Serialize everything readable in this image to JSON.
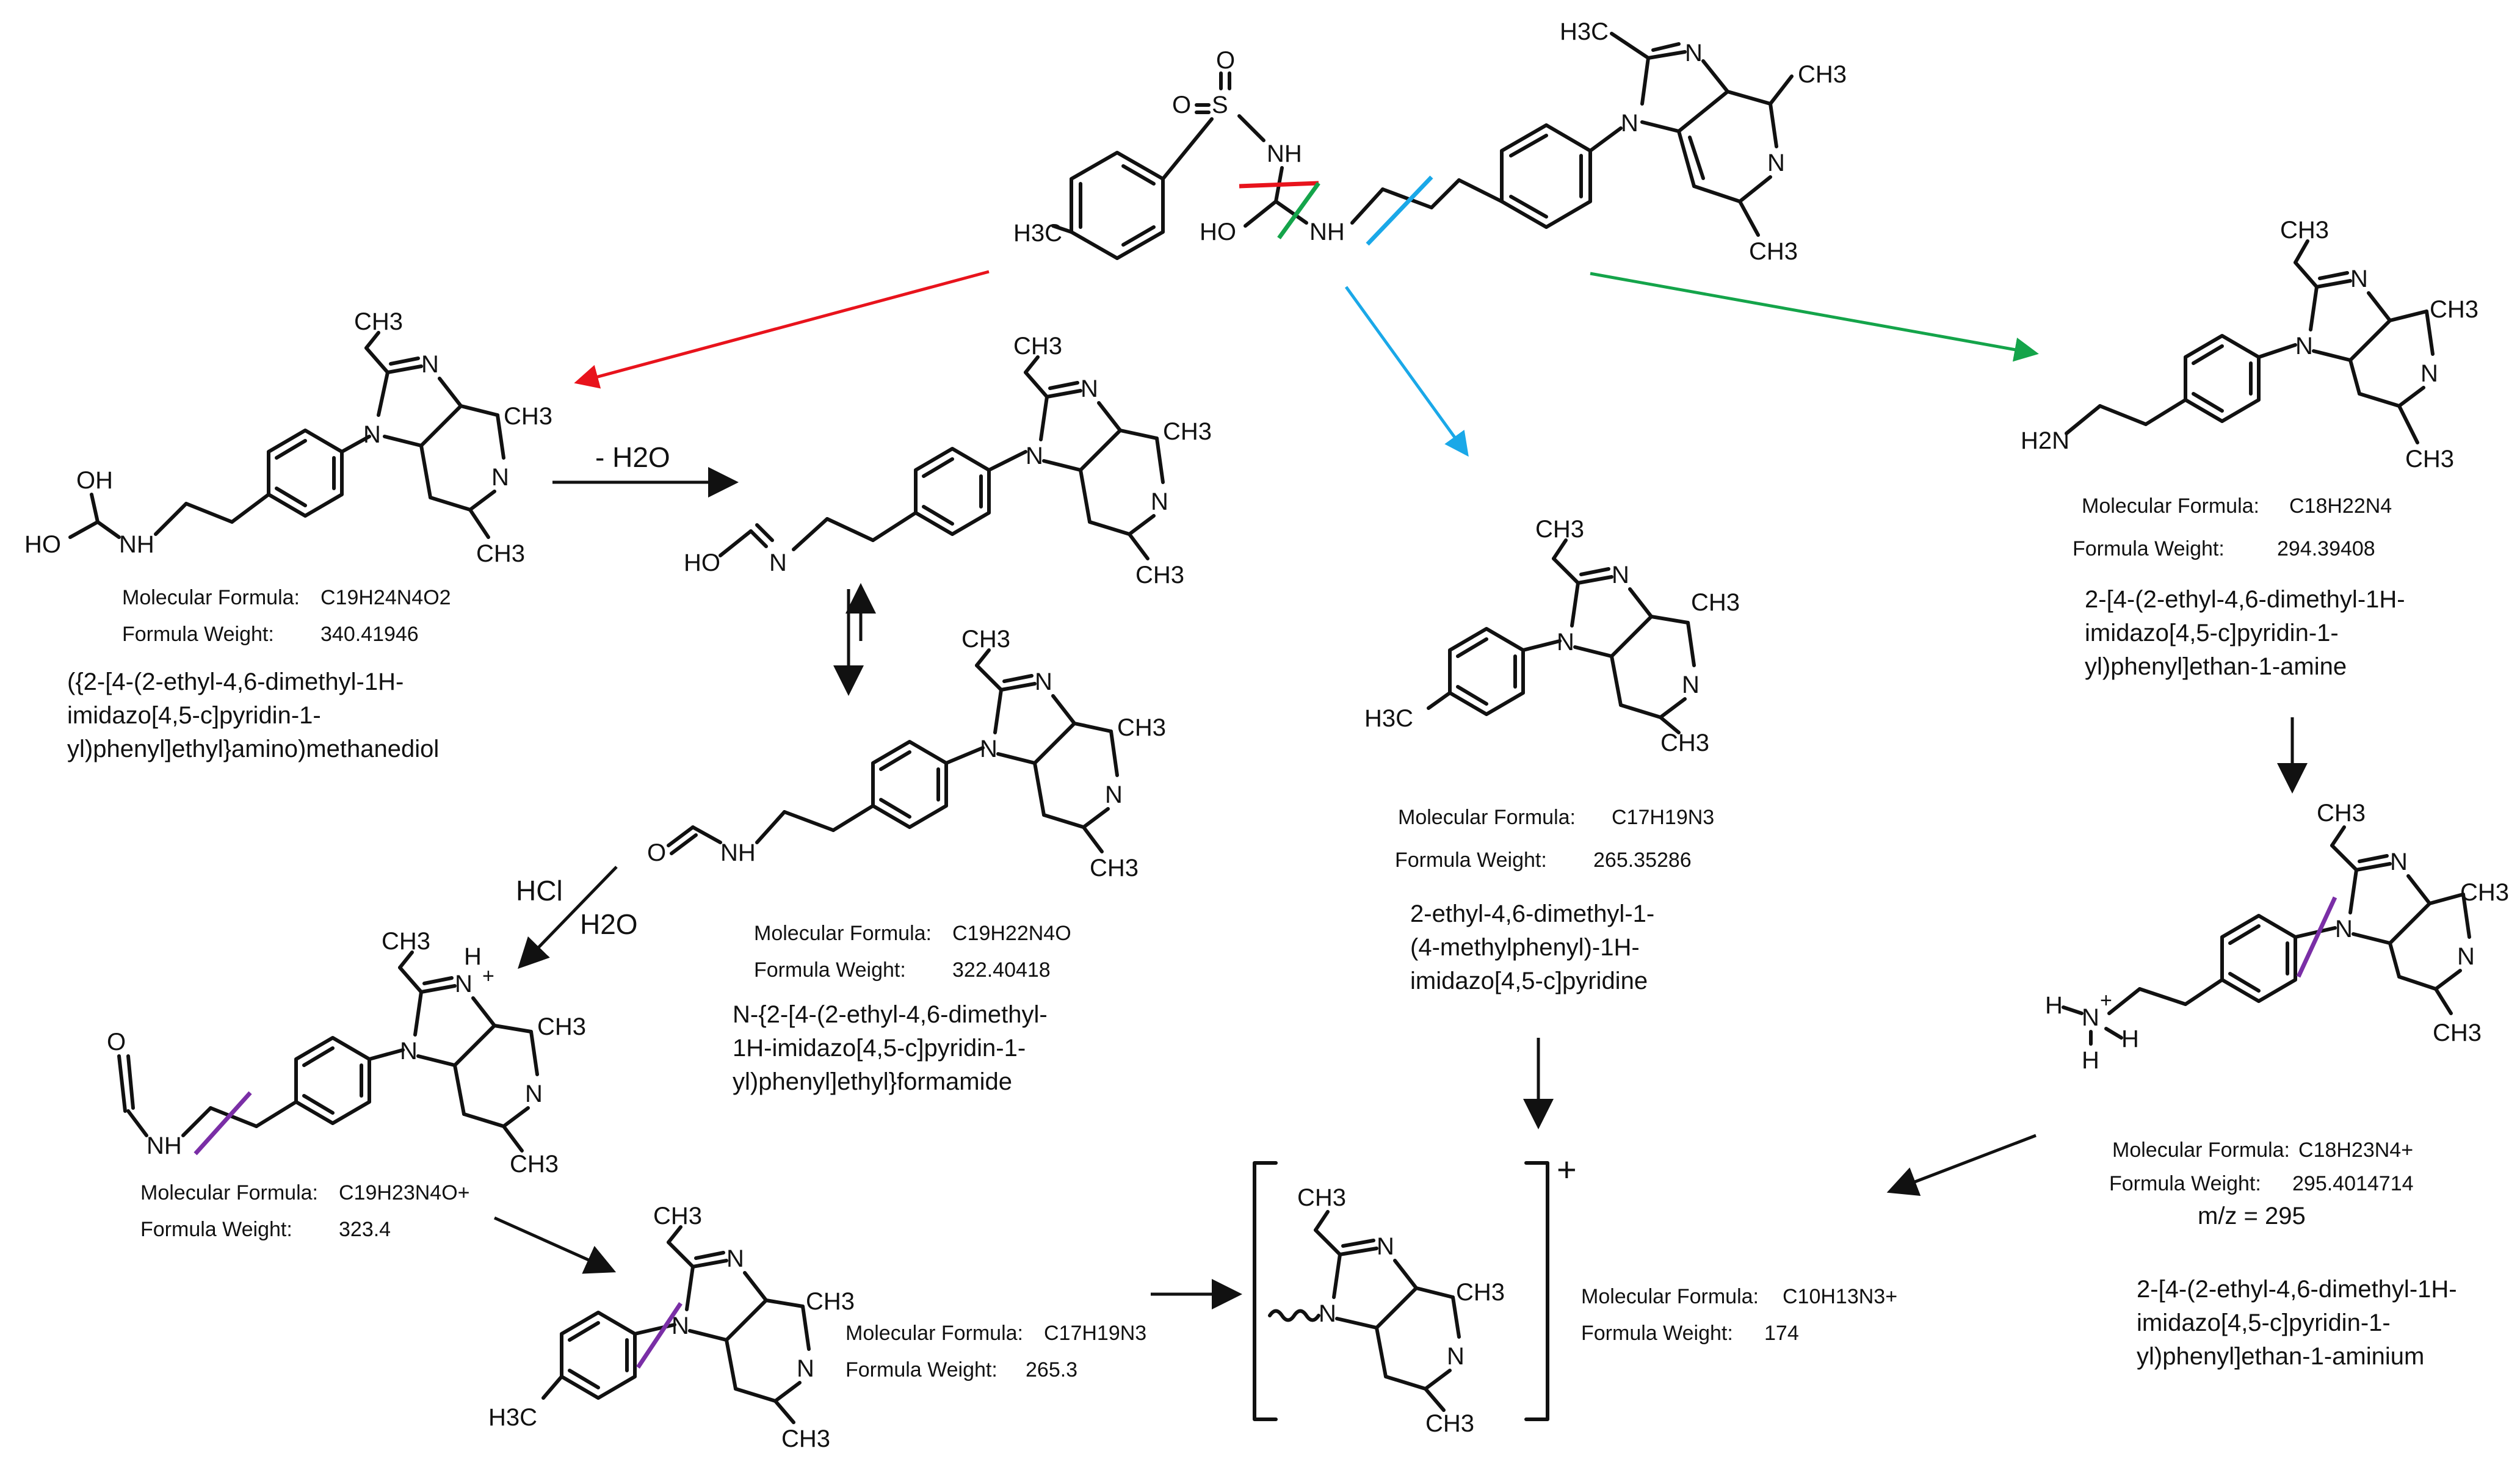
{
  "colors": {
    "red": "#e8131c",
    "green": "#14a44a",
    "blue": "#1aa8e8",
    "purple": "#7a2ea6",
    "black": "#111111"
  },
  "atoms": {
    "H3C": "H3C",
    "CH3": "CH3",
    "N": "N",
    "NH": "NH",
    "HO": "HO",
    "OH": "OH",
    "O": "O",
    "S": "S",
    "H2N": "H2N",
    "Hplus": "H",
    "plus": "+",
    "H": "H"
  },
  "conditions": {
    "minus_water": "- H2O",
    "hcl": "HCl",
    "water": "H2O"
  },
  "compounds": [
    {
      "id": "methanediol",
      "mf_label": "Molecular Formula:",
      "mf": "C19H24N4O2",
      "fw_label": "Formula Weight:",
      "fw": "340.41946",
      "name": [
        "({2-[4-(2-ethyl-4,6-dimethyl-1H-",
        "imidazo[4,5-c]pyridin-1-",
        "yl)phenyl]ethyl}amino)methanediol"
      ]
    },
    {
      "id": "formamide",
      "mf_label": "Molecular Formula:",
      "mf": "C19H22N4O",
      "fw_label": "Formula Weight:",
      "fw": "322.40418",
      "name": [
        "N-{2-[4-(2-ethyl-4,6-dimethyl-",
        "1H-imidazo[4,5-c]pyridin-1-",
        "yl)phenyl]ethyl}formamide"
      ]
    },
    {
      "id": "protonated",
      "mf_label": "Molecular Formula:",
      "mf": "C19H23N4O+",
      "fw_label": "Formula Weight:",
      "fw": "323.4"
    },
    {
      "id": "tolyl_bottom",
      "mf_label": "Molecular Formula:",
      "mf": "C17H19N3",
      "fw_label": "Formula Weight:",
      "fw": "265.3"
    },
    {
      "id": "fragment",
      "mf_label": "Molecular Formula:",
      "mf": "C10H13N3+",
      "fw_label": "Formula Weight:",
      "fw": "174"
    },
    {
      "id": "tolyl_center",
      "mf_label": "Molecular Formula:",
      "mf": "C17H19N3",
      "fw_label": "Formula Weight:",
      "fw": "265.35286",
      "name": [
        "2-ethyl-4,6-dimethyl-1-",
        "(4-methylphenyl)-1H-",
        "imidazo[4,5-c]pyridine"
      ]
    },
    {
      "id": "amine",
      "mf_label": "Molecular Formula:",
      "mf": "C18H22N4",
      "fw_label": "Formula Weight:",
      "fw": "294.39408",
      "name": [
        "2-[4-(2-ethyl-4,6-dimethyl-1H-",
        "imidazo[4,5-c]pyridin-1-",
        "yl)phenyl]ethan-1-amine"
      ]
    },
    {
      "id": "aminium",
      "mf_label": "Molecular Formula:",
      "mf": "C18H23N4+",
      "fw_label": "Formula Weight:",
      "fw": "295.4014714",
      "mz": "m/z = 295",
      "name": [
        "2-[4-(2-ethyl-4,6-dimethyl-1H-",
        "imidazo[4,5-c]pyridin-1-",
        "yl)phenyl]ethan-1-aminium"
      ]
    }
  ]
}
